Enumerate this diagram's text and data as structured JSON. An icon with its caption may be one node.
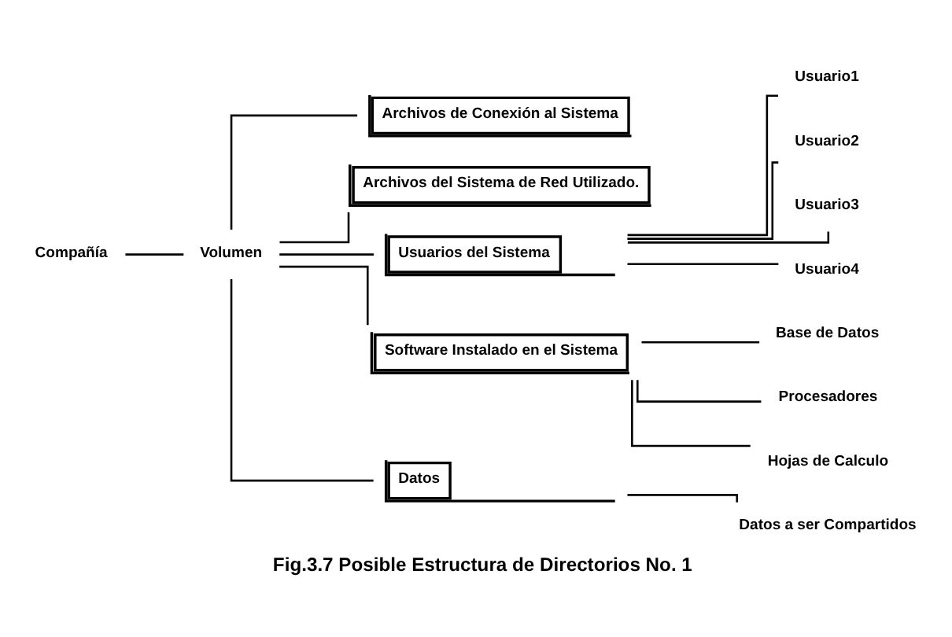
{
  "diagram": {
    "caption": "Fig.3.7 Posible Estructura de Directorios No. 1",
    "nodes": [
      {
        "text": [
          "Compañía"
        ]
      },
      {
        "text": [
          "Volumen"
        ]
      },
      {
        "text": [
          "Archivos de Conexión al Sistema"
        ]
      },
      {
        "text": [
          "Archivos del Sistema de Red Utilizado."
        ]
      },
      {
        "text": [
          "Usuarios del Sistema"
        ]
      },
      {
        "text": [
          "Software Instalado en el Sistema"
        ]
      },
      {
        "text": [
          "Datos"
        ]
      },
      {
        "text": [
          "Usuario1"
        ]
      },
      {
        "text": [
          "Usuario2"
        ]
      },
      {
        "text": [
          "Usuario3"
        ]
      },
      {
        "text": [
          "Usuario4"
        ]
      },
      {
        "text": [
          "Base de Datos"
        ]
      },
      {
        "text": [
          "Procesadores"
        ]
      },
      {
        "text": [
          "Hojas de Calculo"
        ]
      },
      {
        "text": [
          "Datos a ser Compartidos"
        ]
      }
    ],
    "edges": [
      {
        "from": 0,
        "to": 1,
        "arrow": "none"
      },
      {
        "from": 1,
        "to": 2,
        "arrow": "none"
      },
      {
        "from": 1,
        "to": 3,
        "arrow": "none"
      },
      {
        "from": 1,
        "to": 4,
        "arrow": "none"
      },
      {
        "from": 1,
        "to": 5,
        "arrow": "none"
      },
      {
        "from": 1,
        "to": 6,
        "arrow": "none"
      },
      {
        "from": 4,
        "to": 7,
        "arrow": "none"
      },
      {
        "from": 4,
        "to": 8,
        "arrow": "none"
      },
      {
        "from": 4,
        "to": 9,
        "arrow": "none"
      },
      {
        "from": 4,
        "to": 10,
        "arrow": "none"
      },
      {
        "from": 5,
        "to": 11,
        "arrow": "none"
      },
      {
        "from": 5,
        "to": 12,
        "arrow": "none"
      },
      {
        "from": 5,
        "to": 13,
        "arrow": "none"
      },
      {
        "from": 6,
        "to": 14,
        "arrow": "none"
      }
    ]
  }
}
